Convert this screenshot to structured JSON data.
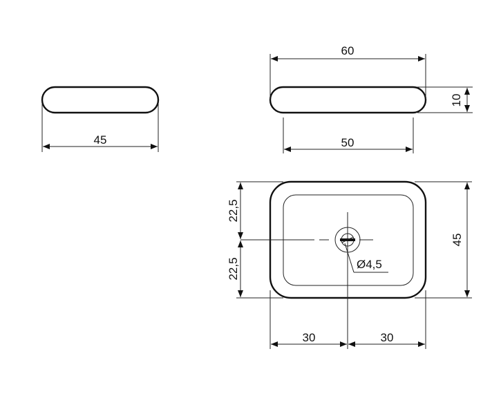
{
  "dimensions": {
    "side_length": "45",
    "top_length": "60",
    "height": "10",
    "base_length": "50",
    "plan_half_depth_upper": "22,5",
    "plan_half_depth_lower": "22,5",
    "plan_depth": "45",
    "plan_half_width_left": "30",
    "plan_half_width_right": "30",
    "drain_diameter": "Ø4,5"
  }
}
